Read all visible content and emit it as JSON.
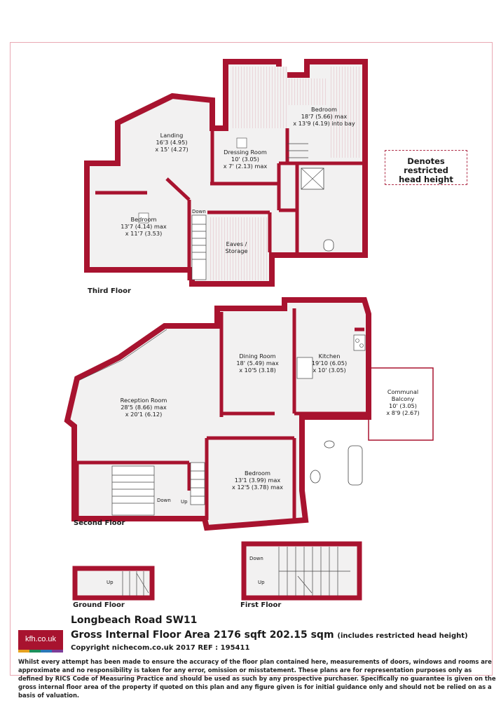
{
  "colors": {
    "wall": "#a8132f",
    "floor": "#f2f1f1",
    "restricted": "#e8c9cf"
  },
  "rooms": {
    "landing": {
      "name": "Landing",
      "dims": "16'3 (4.95)\nx 15' (4.27)"
    },
    "bedroom_top": {
      "name": "Bedroom",
      "dims": "18'7 (5.66) max\nx 13'9 (4.19) into bay"
    },
    "dressing": {
      "name": "Dressing Room",
      "dims": "10' (3.05)\nx 7' (2.13) max"
    },
    "bedroom_third": {
      "name": "Bedroom",
      "dims": "13'7 (4.14) max\nx 11'7 (3.53)"
    },
    "eaves": {
      "name": "Eaves /\nStorage"
    },
    "reception": {
      "name": "Reception Room",
      "dims": "28'5 (8.66) max\nx 20'1 (6.12)"
    },
    "dining": {
      "name": "Dining Room",
      "dims": "18' (5.49) max\nx 10'5 (3.18)"
    },
    "kitchen": {
      "name": "Kitchen",
      "dims": "19'10 (6.05)\nx 10' (3.05)"
    },
    "balcony": {
      "name": "Communal\nBalcony",
      "dims": "10' (3.05)\nx 8'9 (2.67)"
    },
    "bedroom_second": {
      "name": "Bedroom",
      "dims": "13'1 (3.99) max\nx 12'5 (3.78) max"
    }
  },
  "stairs": {
    "third_down": "Down",
    "second_down": "Down",
    "second_up": "Up",
    "ground_up": "Up",
    "first_down": "Down",
    "first_up": "Up"
  },
  "floors": {
    "third": "Third Floor",
    "second": "Second Floor",
    "ground": "Ground Floor",
    "first": "First Floor"
  },
  "legend": {
    "text": "Denotes restricted\nhead height"
  },
  "logo": {
    "text": "kfh.co.uk",
    "bar_colors": [
      "#e6a11f",
      "#1c8f5a",
      "#2b78b8",
      "#7d3c98"
    ]
  },
  "footer": {
    "address": "Longbeach Road  SW11",
    "area": "Gross Internal Floor Area 2176 sqft 202.15 sqm",
    "area_note": "(includes restricted head height)",
    "copyright": "Copyright nichecom.co.uk 2017 REF : 195411",
    "disclaimer": "Whilst every attempt has been made to ensure the accuracy of the floor plan contained here, measurements of doors, windows and rooms are approximate and no responsibility is taken for any error, omission or misstatement.  These plans are for representation purposes only as defined by RICS Code of Measuring Practice and should be used as such by any prospective purchaser.  Specifically no guarantee is given on the gross internal floor area of the property if quoted on this plan and any figure given is for initial guidance only and should not be relied on as a basis of valuation."
  }
}
